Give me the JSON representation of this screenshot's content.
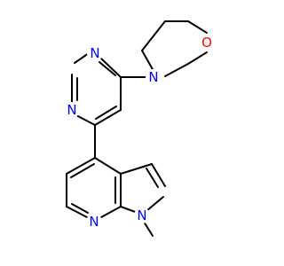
{
  "colors": {
    "background": "#ffffff",
    "bond": "#000000",
    "nitrogen": "#0000ff",
    "oxygen": "#ff0000"
  },
  "atoms": [
    {
      "id": "o1",
      "text": "O",
      "element": "oxygen"
    },
    {
      "id": "n1",
      "text": "N",
      "element": "nitrogen"
    },
    {
      "id": "n2",
      "text": "N",
      "element": "nitrogen"
    },
    {
      "id": "n3",
      "text": "N",
      "element": "nitrogen"
    },
    {
      "id": "n4",
      "text": "N",
      "element": "nitrogen"
    },
    {
      "id": "n5",
      "text": "N",
      "element": "nitrogen"
    }
  ]
}
